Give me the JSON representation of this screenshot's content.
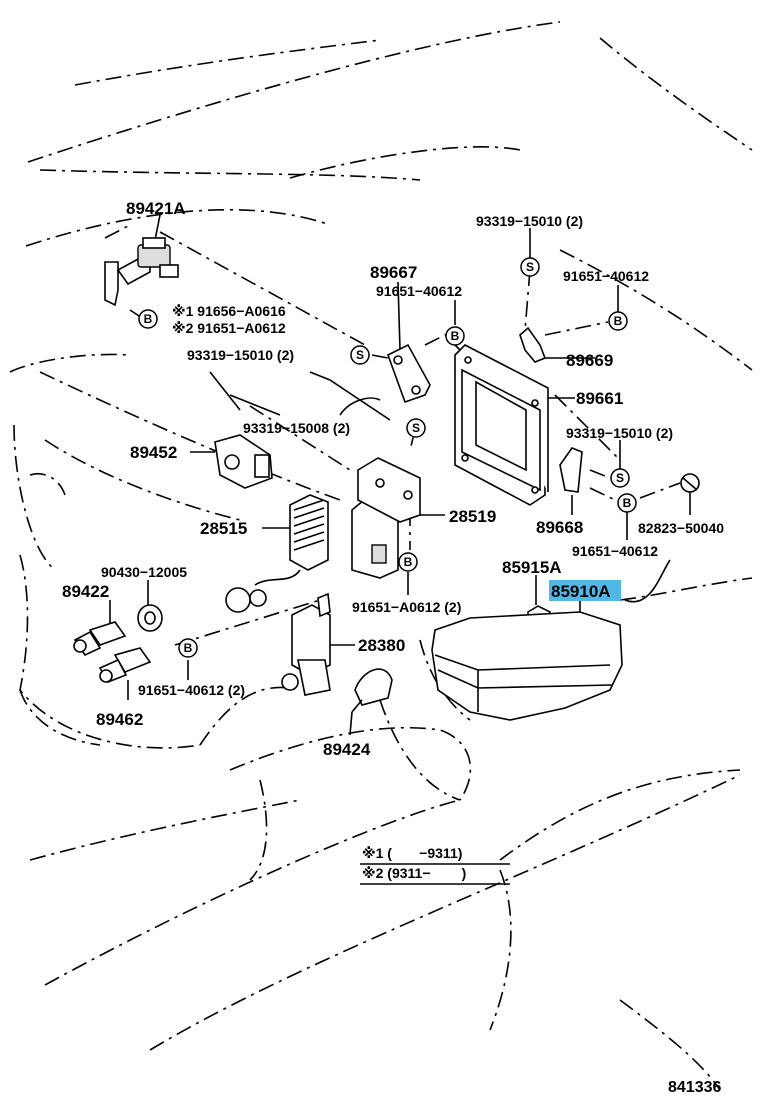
{
  "labels": {
    "p89421A": "89421A",
    "p93319_15010_top": "93319−15010 (2)",
    "p89667": "89667",
    "p91651_40612_a": "91651−40612",
    "p91651_40612_b": "91651−40612",
    "p91656": "※1 91656−A0616",
    "p91651_A0612_n2": "※2 91651−A0612",
    "p93319_15010_mid": "93319−15010 (2)",
    "p89669": "89669",
    "p89661": "89661",
    "p93319_15008": "93319−15008 (2)",
    "p93319_15010_right": "93319−15010 (2)",
    "p89452": "89452",
    "p28515": "28515",
    "p28519": "28519",
    "p89668": "89668",
    "p82823": "82823−50040",
    "p91651_40612_c": "91651−40612",
    "p90430": "90430−12005",
    "p85915A": "85915A",
    "p85910A": "85910A",
    "p89422": "89422",
    "p91651_A0612_2": "91651−A0612 (2)",
    "p28380": "28380",
    "p91651_40612_2": "91651−40612 (2)",
    "p89462": "89462",
    "p89424": "89424",
    "note1": "※1 (       −9311)",
    "note2": "※2 (9311−        )",
    "diagram_id": "841336"
  },
  "symbols": {
    "S": "S",
    "B": "B"
  },
  "highlight_color": "#4fb8e6"
}
